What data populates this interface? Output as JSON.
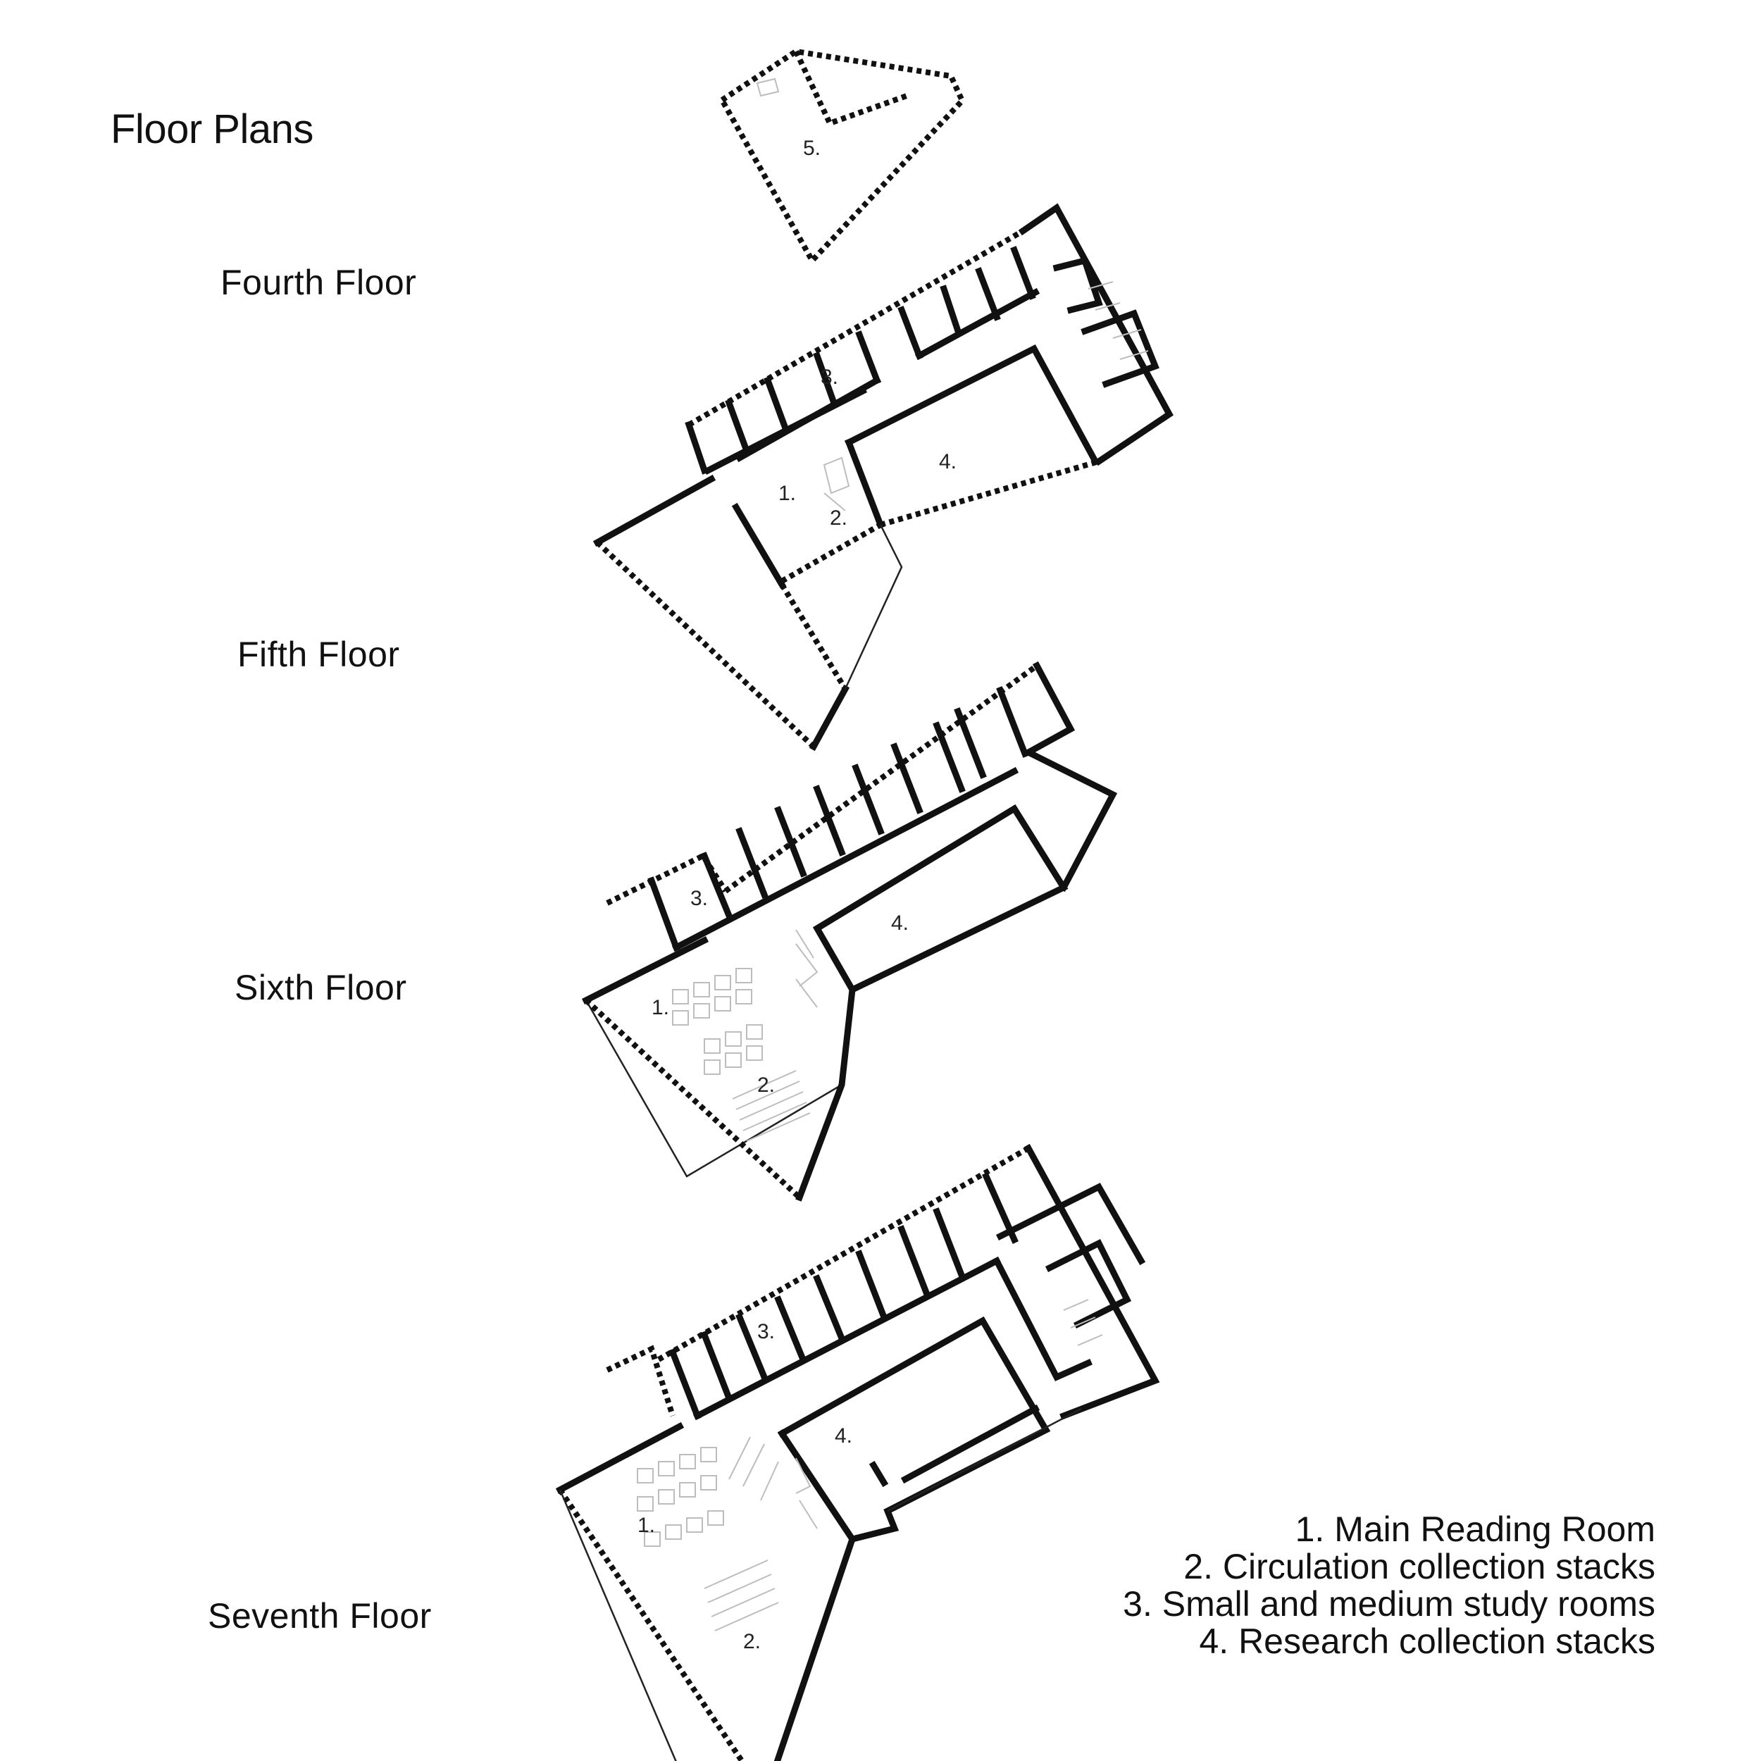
{
  "title": "Floor Plans",
  "floors": [
    {
      "id": "fourth",
      "label": "Fourth Floor"
    },
    {
      "id": "fifth",
      "label": "Fifth Floor"
    },
    {
      "id": "sixth",
      "label": "Sixth Floor"
    },
    {
      "id": "seventh",
      "label": "Seventh Floor"
    }
  ],
  "room_numbers": {
    "n1": "1.",
    "n2": "2.",
    "n3": "3.",
    "n4": "4.",
    "n5": "5."
  },
  "legend": [
    "1. Main Reading Room",
    "2. Circulation collection stacks",
    "3. Small and medium study rooms",
    "4. Research collection stacks"
  ]
}
